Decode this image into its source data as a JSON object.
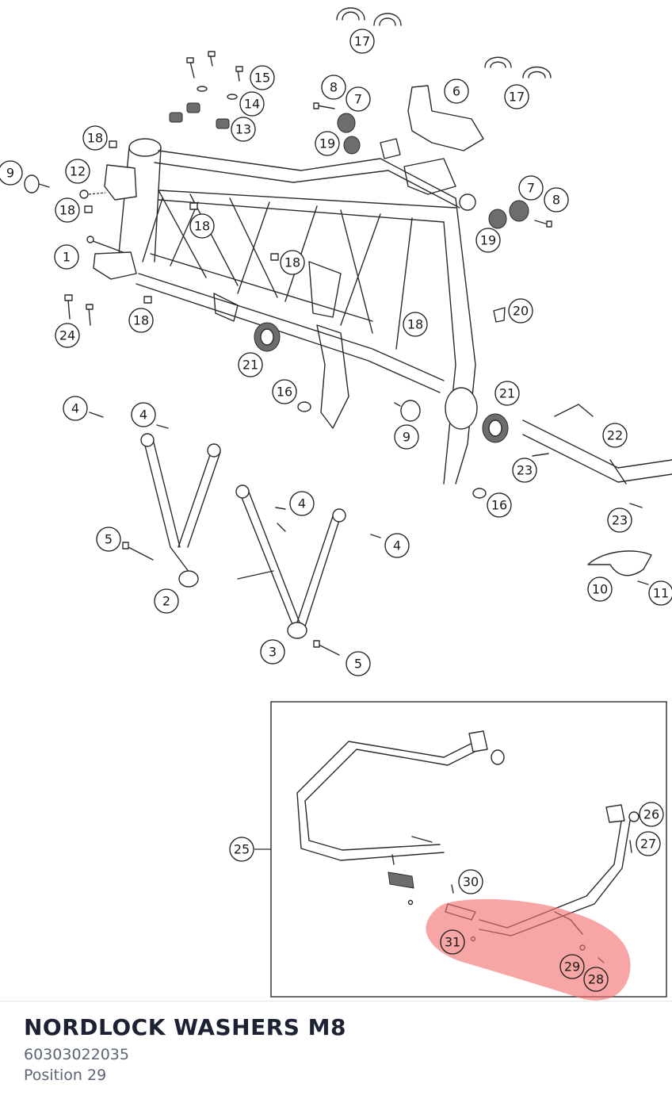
{
  "part": {
    "name": "NORDLOCK WASHERS M8",
    "number": "60303022035",
    "position": "Position 29"
  },
  "colors": {
    "highlight": "#f26d6d",
    "line": "#2a2a2a",
    "title": "#1c2233",
    "subtext": "#5b6474"
  },
  "callouts": {
    "c1": "1",
    "c2": "2",
    "c3": "3",
    "c4a": "4",
    "c4b": "4",
    "c4c": "4",
    "c4d": "4",
    "c5a": "5",
    "c5b": "5",
    "c6": "6",
    "c7a": "7",
    "c7b": "7",
    "c8a": "8",
    "c8b": "8",
    "c9a": "9",
    "c9b": "9",
    "c10": "10",
    "c11": "11",
    "c12": "12",
    "c13": "13",
    "c14": "14",
    "c15": "15",
    "c16a": "16",
    "c16b": "16",
    "c17a": "17",
    "c17b": "17",
    "c18a": "18",
    "c18b": "18",
    "c18c": "18",
    "c18d": "18",
    "c18e": "18",
    "c18f": "18",
    "c19a": "19",
    "c19b": "19",
    "c20": "20",
    "c21a": "21",
    "c21b": "21",
    "c22": "22",
    "c23a": "23",
    "c23b": "23",
    "c24": "24",
    "c25": "25",
    "c26": "26",
    "c27": "27",
    "c28": "28",
    "c29": "29",
    "c30": "30",
    "c31": "31"
  }
}
